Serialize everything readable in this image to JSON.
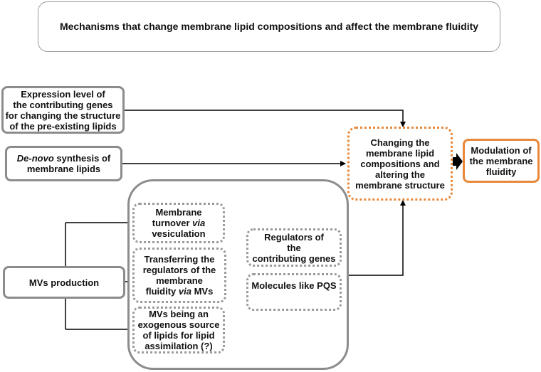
{
  "title": "Mechanisms that change membrane lipid compositions and affect the membrane fluidity",
  "boxes": {
    "expression": [
      "Expression level of",
      "the contributing genes",
      "for changing the structure",
      "of the pre-existing lipids"
    ],
    "denovo": {
      "italic": "De-novo",
      "rest": " synthesis of",
      "line2": "membrane lipids"
    },
    "changing": [
      "Changing the",
      "membrane lipid",
      "compositions and",
      "altering the",
      "membrane structure"
    ],
    "modulation": [
      "Modulation of",
      "the membrane",
      "fluidity"
    ],
    "mvs": "MVs production",
    "turnover": {
      "line1": "Membrane",
      "line2a": "turnover ",
      "line2b": "via",
      "line3": "vesiculation"
    },
    "transferring": {
      "line1": "Transferring the",
      "line2": "regulators of the",
      "line3": "membrane",
      "line4a": "fluidity ",
      "line4b": "via",
      "line4c": " MVs"
    },
    "exogenous": [
      "MVs being an",
      "exogenous source",
      "of lipids for lipid",
      "assimilation (?)"
    ],
    "regulators": [
      "Regulators of",
      "the",
      "contributing genes"
    ],
    "pqs": "Molecules like PQS"
  },
  "colors": {
    "orange": "#e8883a",
    "gray": "#8c8c8c",
    "arrow": "#000000"
  }
}
